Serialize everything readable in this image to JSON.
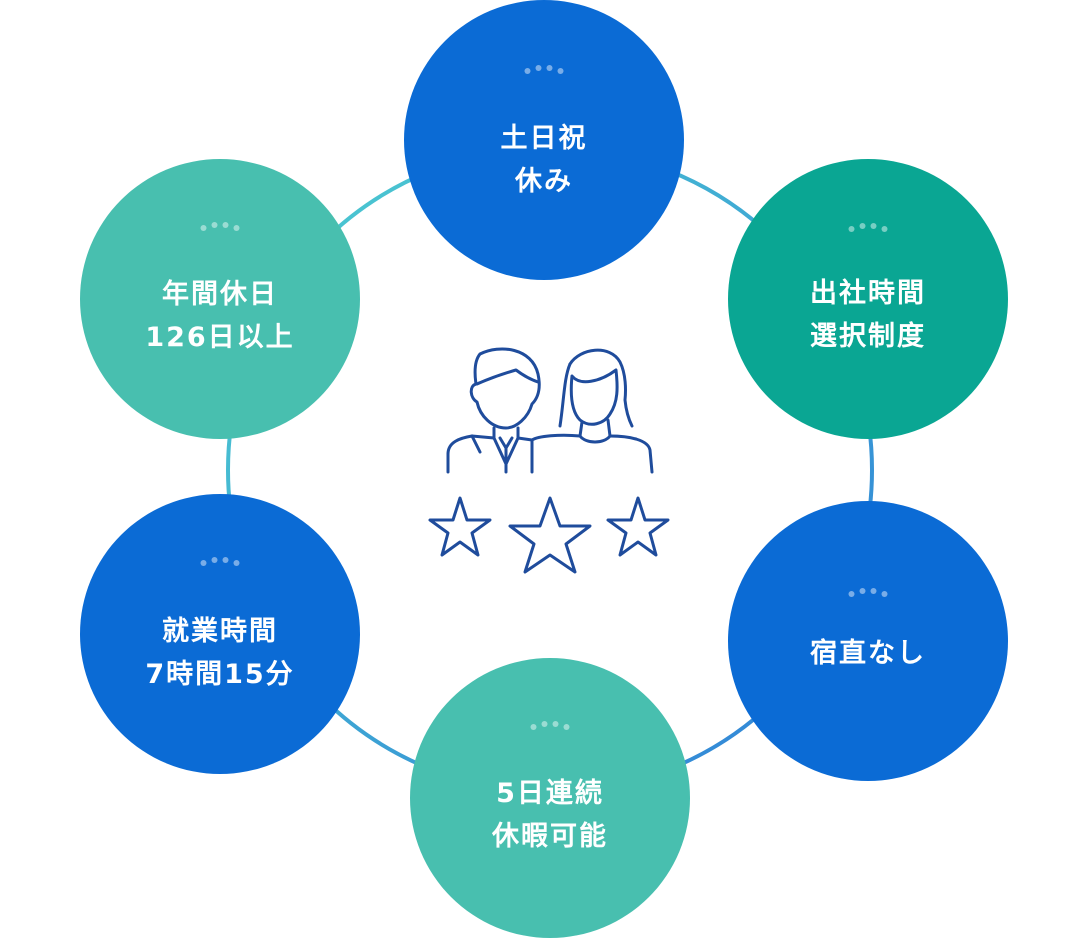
{
  "bubbles": [
    {
      "id": "top",
      "lines": [
        "土日祝",
        "休み"
      ],
      "color": "#0b6bd5"
    },
    {
      "id": "tr",
      "lines": [
        "出社時間",
        "選択制度"
      ],
      "color": "#0aa693"
    },
    {
      "id": "br",
      "lines": [
        "宿直なし"
      ],
      "color": "#0b6bd5"
    },
    {
      "id": "bottom",
      "lines": [
        "5日連続",
        "休暇可能"
      ],
      "color": "#48bfaf"
    },
    {
      "id": "bl",
      "lines": [
        "就業時間",
        "7時間15分"
      ],
      "color": "#0b6bd5"
    },
    {
      "id": "tl",
      "lines": [
        "年間休日",
        "126日以上"
      ],
      "color": "#48bfaf"
    }
  ],
  "center_icon": "two-people-with-three-stars-icon",
  "colors": {
    "ring_start": "#4ecfd0",
    "ring_end": "#2f7fd8",
    "icon_stroke": "#1f4c9c"
  }
}
